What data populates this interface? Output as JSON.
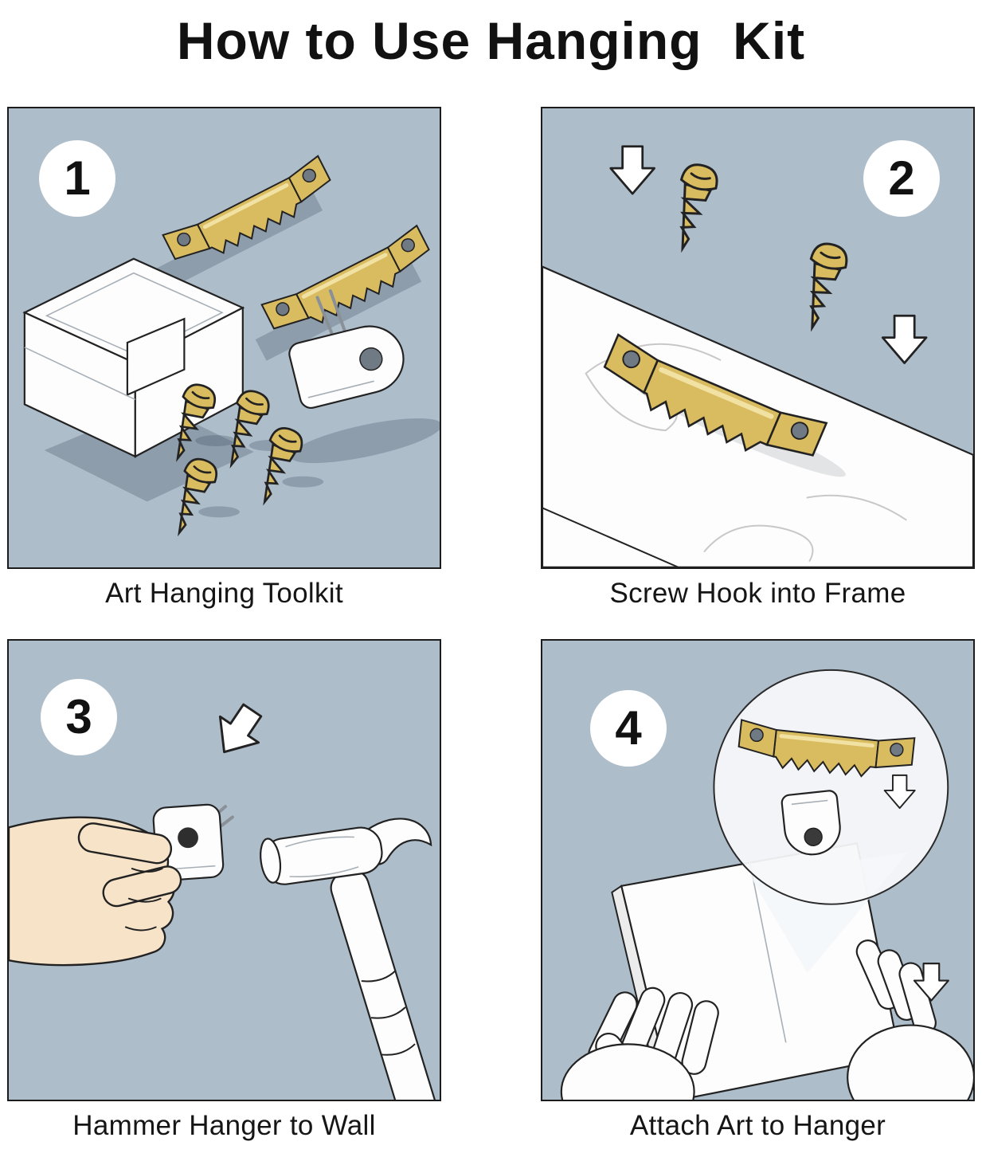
{
  "title": "How to Use Hanging  Kit",
  "colors": {
    "panel_bg": "#aebdca",
    "brass": "#d9bb60",
    "brass_highlight": "#f2e4a6",
    "outline": "#222222",
    "skin": "#f6e3c8",
    "paper": "#fdfdfd"
  },
  "steps": [
    {
      "number": "1",
      "caption": "Art Hanging Toolkit",
      "icons": [
        "sawtooth-hanger-icon",
        "screw-icon",
        "storage-box-icon",
        "hook-icon"
      ]
    },
    {
      "number": "2",
      "caption": "Screw Hook into Frame",
      "icons": [
        "sawtooth-hanger-icon",
        "screw-icon",
        "down-arrow-icon",
        "wood-frame-icon"
      ]
    },
    {
      "number": "3",
      "caption": "Hammer Hanger to Wall",
      "icons": [
        "wall-hanger-icon",
        "hand-icon",
        "hammer-icon",
        "down-left-arrow-icon"
      ]
    },
    {
      "number": "4",
      "caption": "Attach Art to Hanger",
      "icons": [
        "magnifier-circle-icon",
        "sawtooth-hanger-icon",
        "hook-icon",
        "canvas-icon",
        "left-hand-icon",
        "right-hand-icon",
        "down-arrow-icon"
      ]
    }
  ]
}
